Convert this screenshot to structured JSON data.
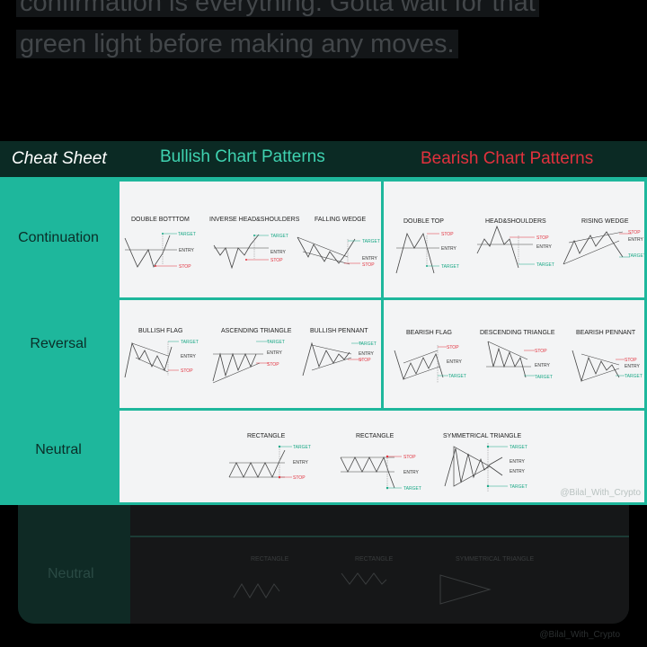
{
  "background": {
    "text_lines": [
      "confirmation is everything. Gotta wait for that",
      "green light before making any moves."
    ],
    "neutral_label": "Neutral",
    "watermark": "@Bilal_With_Crypto",
    "pattern_titles": [
      "RECTANGLE",
      "RECTANGLE",
      "SYMMETRICAL TRIANGLE"
    ]
  },
  "sheet": {
    "title": "Cheat Sheet",
    "bullish_title": "Bullish Chart Patterns",
    "bearish_title": "Bearish Chart Patterns",
    "rows": [
      "Continuation",
      "Reversal",
      "Neutral"
    ],
    "watermark": "@Bilal_With_Crypto",
    "colors": {
      "teal": "#1eb79c",
      "header": "#0b2a24",
      "bullish": "#3fd2b0",
      "bearish": "#e2313d",
      "target": "#1aa886",
      "stop": "#e2313d"
    },
    "labels": {
      "target": "TARGET",
      "entry": "ENTRY",
      "stop": "STOP"
    },
    "panels": {
      "cont_bull": [
        "DOUBLE BOTTTOM",
        "INVERSE HEAD&SHOULDERS",
        "FALLING WEDGE"
      ],
      "cont_bear": [
        "DOUBLE TOP",
        "HEAD&SHOULDERS",
        "RISING WEDGE"
      ],
      "rev_bull": [
        "BULLISH FLAG",
        "ASCENDING TRIANGLE",
        "BULLISH PENNANT"
      ],
      "rev_bear": [
        "BEARISH FLAG",
        "DESCENDING TRIANGLE",
        "BEARISH PENNANT"
      ],
      "neutral": [
        "RECTANGLE",
        "RECTANGLE",
        "SYMMETRICAL TRIANGLE"
      ]
    }
  }
}
